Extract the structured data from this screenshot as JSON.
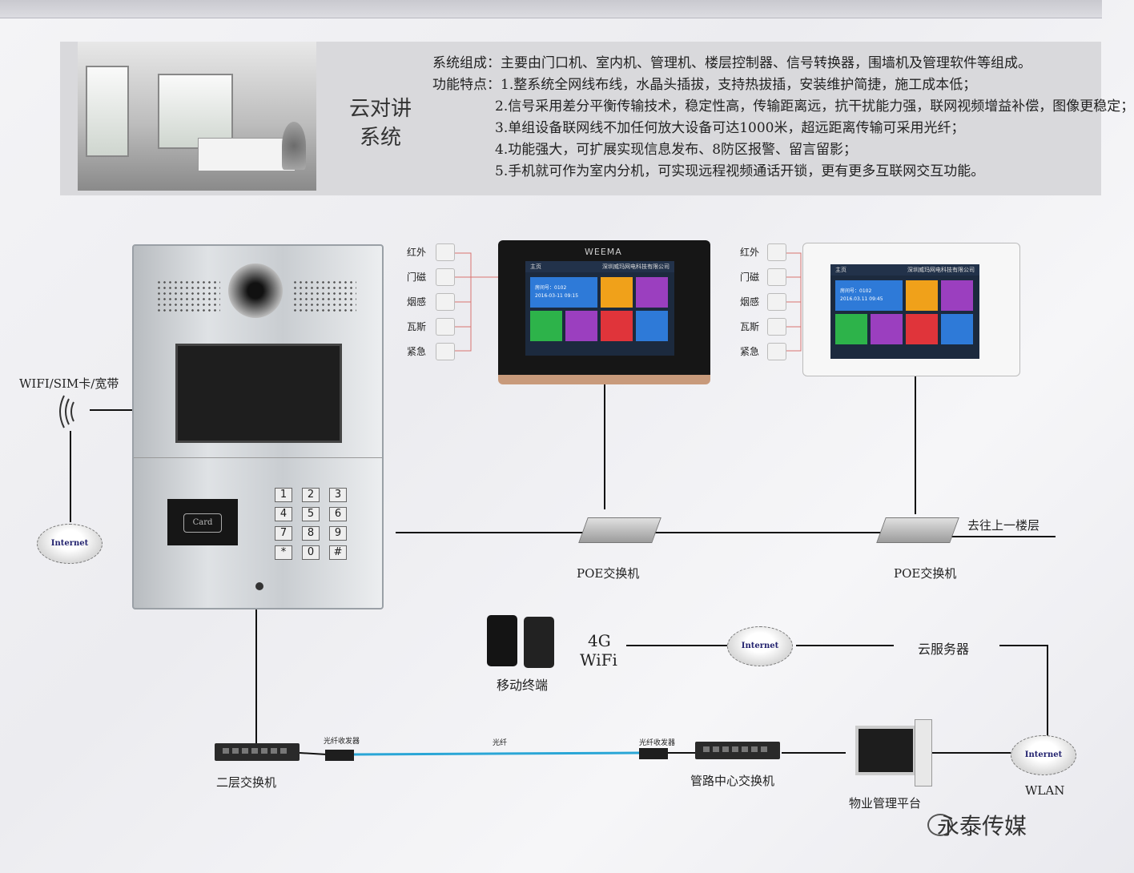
{
  "title": "云对讲系统",
  "title_lines": [
    "云对讲",
    "系统"
  ],
  "description": {
    "line1": "系统组成：主要由门口机、室内机、管理机、楼层控制器、信号转换器，围墙机及管理软件等组成。",
    "line2": "功能特点：1.整系统全网线布线，水晶头插拔，支持热拔插，安装维护简捷，施工成本低；",
    "line3": "2.信号采用差分平衡传输技术，稳定性高，传输距离远，抗干扰能力强，联网视频增益补偿，图像更稳定；",
    "line4": "3.单组设备联网线不加任何放大设备可达1000米，超远距离传输可采用光纤；",
    "line5": "4.功能强大，可扩展实现信息发布、8防区报警、留言留影；",
    "line6": "5.手机就可作为室内分机，可实现远程视频通话开锁，更有更多互联网交互功能。"
  },
  "sensors": [
    "红外",
    "门磁",
    "烟感",
    "瓦斯",
    "紧急"
  ],
  "keypad": [
    "1",
    "2",
    "3",
    "4",
    "5",
    "6",
    "7",
    "8",
    "9",
    "*",
    "0",
    "#"
  ],
  "card_icon_label": "Card",
  "monitor1": {
    "brand": "WEEMA",
    "topbar_home": "主页",
    "topbar_company": "深圳威玛网电科技有限公司",
    "info_line1": "房间号：0102",
    "info_line2": "2016-03-11 09:15"
  },
  "monitor2": {
    "topbar_home": "主页",
    "topbar_company": "深圳威玛网电科技有限公司",
    "info_line1": "房间号：0102",
    "info_line2": "2016.03.11 09:45"
  },
  "labels": {
    "wifi_sim": "WIFI/SIM卡/宽带",
    "internet": "Internet",
    "poe1": "POE交换机",
    "poe2": "POE交换机",
    "upper_floor": "去往上一楼层",
    "g4": "4G",
    "wifi": "WiFi",
    "mobile": "移动终端",
    "cloud_server": "云服务器",
    "fiber": "光纤",
    "fiber_tx1": "光纤收发器",
    "fiber_tx2": "光纤收发器",
    "l2_switch": "二层交换机",
    "center_switch": "管路中心交换机",
    "property": "物业管理平台",
    "wlan": "WLAN",
    "watermark": "永泰传媒"
  },
  "colors": {
    "fiber_line": "#2aa6d6",
    "wire": "#111111",
    "sensor_link": "#d9736f"
  }
}
